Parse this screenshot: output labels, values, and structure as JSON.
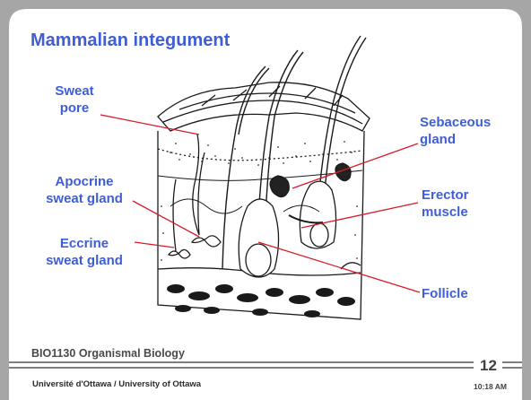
{
  "slide": {
    "title": "Mammalian integument",
    "labels": {
      "sweat_pore": [
        "Sweat",
        "pore"
      ],
      "apocrine": [
        "Apocrine",
        "sweat gland"
      ],
      "eccrine": [
        "Eccrine",
        "sweat gland"
      ],
      "sebaceous": [
        "Sebaceous",
        "gland"
      ],
      "erector": [
        "Erector",
        "muscle"
      ],
      "follicle": "Follicle"
    },
    "course": "BIO1130 Organismal Biology",
    "university": "Université d'Ottawa / University of Ottawa",
    "page_number": "12",
    "time": "10:18 AM"
  },
  "colors": {
    "frame": "#a6a6a6",
    "label": "#3f5ed6",
    "pointer": "#d91a2a"
  }
}
